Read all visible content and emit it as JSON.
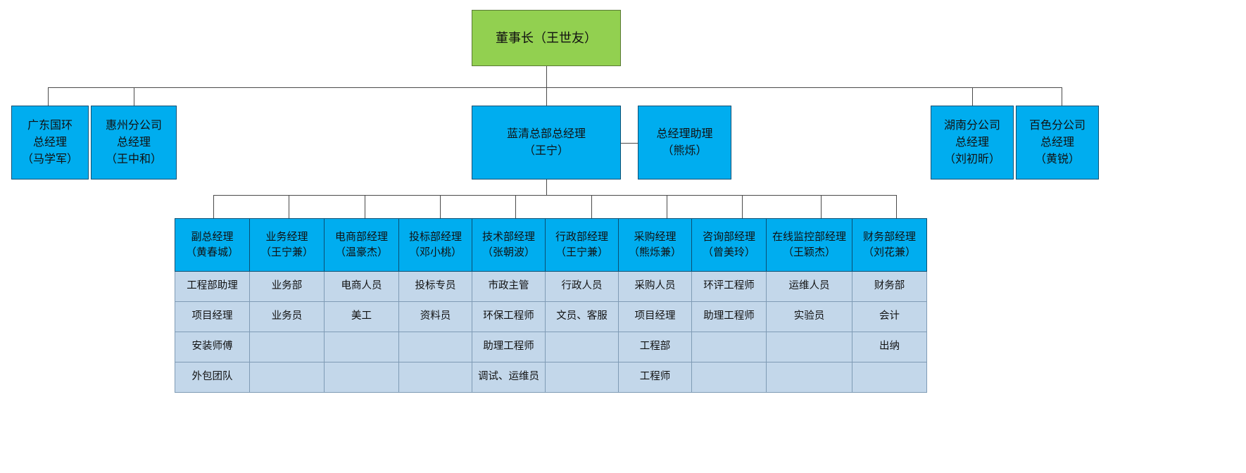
{
  "colors": {
    "chairman_fill": "#92d050",
    "chairman_border": "#5a7a35",
    "node_fill": "#00adef",
    "node_border": "#0a4f73",
    "matrix_cell_fill": "#c3d7ea",
    "matrix_cell_border": "#7f9bb5",
    "connector": "#4a4a4a"
  },
  "chairman": {
    "title": "董事长（王世友）"
  },
  "branches": {
    "left": [
      {
        "label": "广东国环\n总经理\n（马学军）"
      },
      {
        "label": "惠州分公司\n总经理\n（王中和）"
      }
    ],
    "center": [
      {
        "label": "蓝清总部总经理\n（王宁）"
      },
      {
        "label": "总经理助理\n（熊烁）"
      }
    ],
    "right": [
      {
        "label": "湖南分公司\n总经理\n（刘初昕）"
      },
      {
        "label": "百色分公司\n总经理\n（黄锐）"
      }
    ]
  },
  "departments": {
    "headers": [
      "副总经理\n（黄春城）",
      "业务经理\n（王宁兼）",
      "电商部经理\n（温豪杰）",
      "投标部经理\n（邓小桃）",
      "技术部经理\n（张朝波）",
      "行政部经理\n（王宁兼）",
      "采购经理\n（熊烁兼）",
      "咨询部经理\n（曾美玲）",
      "在线监控部经理\n（王颖杰）",
      "财务部经理\n（刘花兼）"
    ],
    "rows": [
      [
        "工程部助理",
        "业务部",
        "电商人员",
        "投标专员",
        "市政主管",
        "行政人员",
        "采购人员",
        "环评工程师",
        "运维人员",
        "财务部"
      ],
      [
        "项目经理",
        "业务员",
        "美工",
        "资料员",
        "环保工程师",
        "文员、客服",
        "项目经理",
        "助理工程师",
        "实验员",
        "会计"
      ],
      [
        "安装师傅",
        "",
        "",
        "",
        "助理工程师",
        "",
        "工程部",
        "",
        "",
        "出纳"
      ],
      [
        "外包团队",
        "",
        "",
        "",
        "调试、运维员",
        "",
        "工程师",
        "",
        "",
        ""
      ]
    ]
  }
}
